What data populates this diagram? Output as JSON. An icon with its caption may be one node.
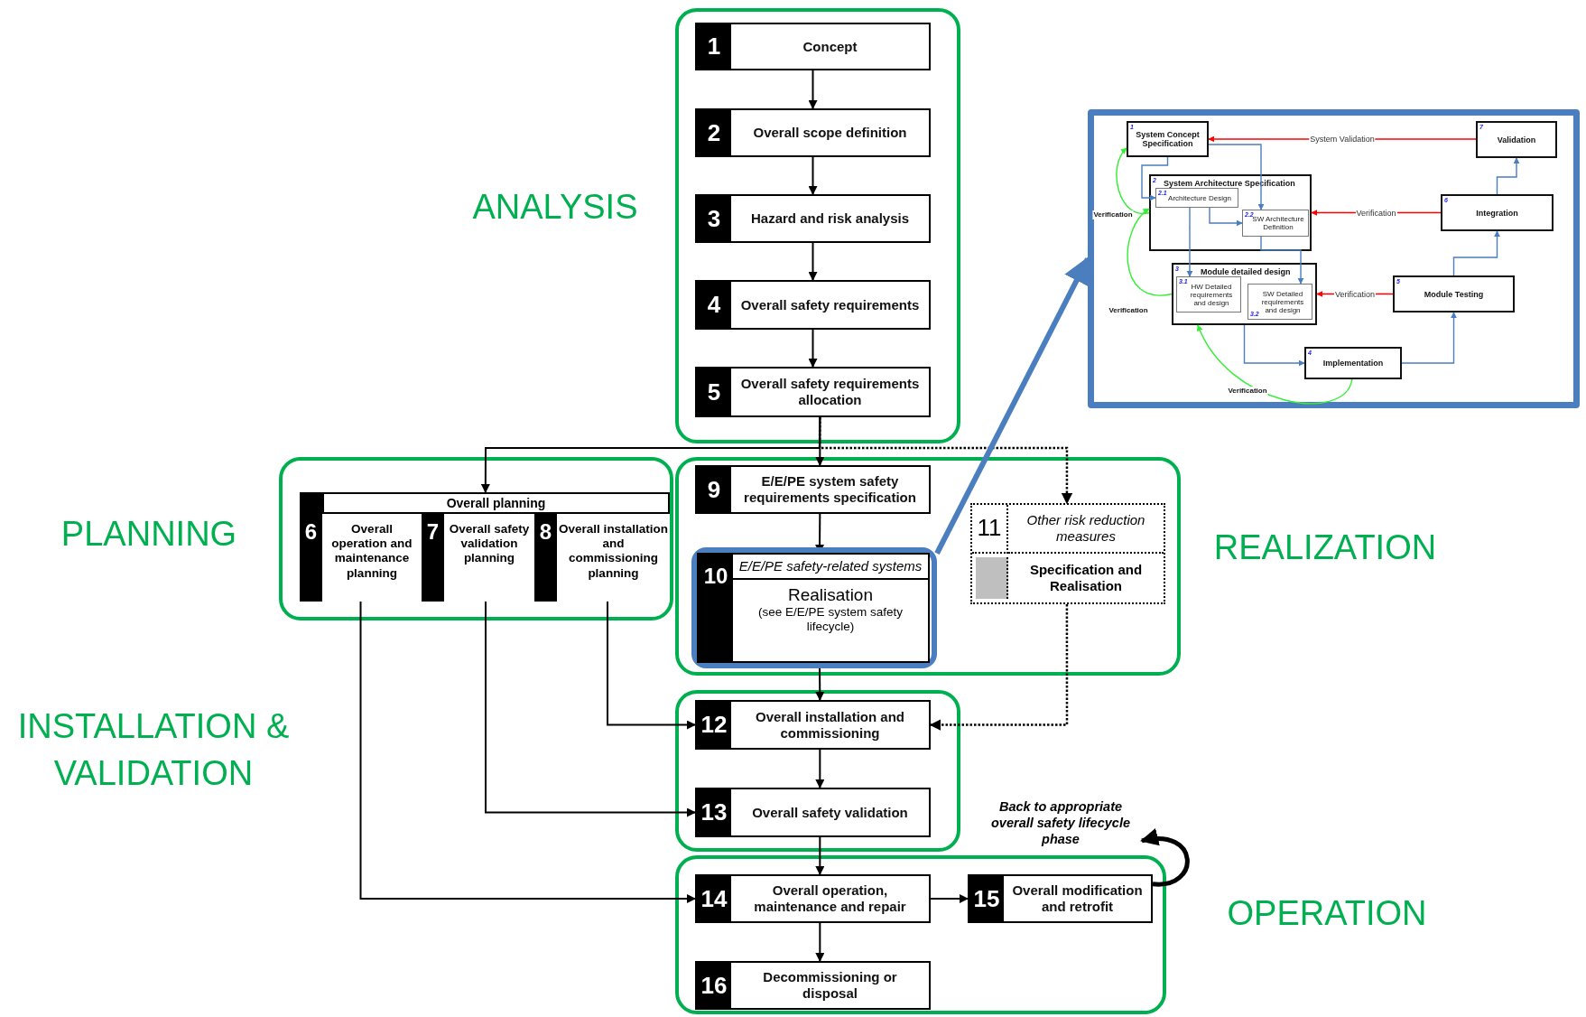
{
  "diagram": {
    "nodes": [
      {
        "text": [
          "ANALYSIS"
        ]
      },
      {
        "text": [
          "1",
          "Concept"
        ],
        "in": 0
      },
      {
        "text": [
          "2",
          "Overall scope definition"
        ],
        "in": 0
      },
      {
        "text": [
          "3",
          "Hazard and risk analysis"
        ],
        "in": 0
      },
      {
        "text": [
          "4",
          "Overall safety requirements"
        ],
        "in": 0
      },
      {
        "text": [
          "5",
          "Overall safety requirements allocation"
        ],
        "in": 0
      },
      {
        "text": [
          "PLANNING"
        ]
      },
      {
        "text": [
          "Overall planning"
        ],
        "in": 6
      },
      {
        "text": [
          "6",
          "Overall operation and maintenance planning"
        ],
        "in": 7
      },
      {
        "text": [
          "7",
          "Overall safety validation planning"
        ],
        "in": 7
      },
      {
        "text": [
          "8",
          "Overall installation and commissioning planning"
        ],
        "in": 7
      },
      {
        "text": [
          "REALIZATION"
        ]
      },
      {
        "text": [
          "9",
          "E/E/PE system safety requirements specification"
        ],
        "in": 11
      },
      {
        "text": [],
        "shape": "box",
        "in": 11
      },
      {
        "text": [
          "10",
          "E/E/PE safety-related systems",
          "Realisation",
          "(see E/E/PE system safety lifecycle)"
        ],
        "in": 13
      },
      {
        "text": [
          "11",
          "Other risk reduction measures",
          "Specification and Realisation"
        ],
        "in": 11
      },
      {
        "text": [],
        "shape": "box"
      },
      {
        "text": [
          "12",
          "Overall installation and commissioning"
        ],
        "in": 16
      },
      {
        "text": [
          "13",
          "Overall safety validation"
        ],
        "in": 16
      },
      {
        "text": [
          "OPERATION"
        ]
      },
      {
        "text": [
          "14",
          "Overall operation, maintenance and repair"
        ],
        "in": 19
      },
      {
        "text": [
          "15",
          "Overall modification and retrofit"
        ],
        "in": 19
      },
      {
        "text": [
          "16",
          "Decommissioning or disposal"
        ],
        "in": 19
      },
      {
        "text": [
          "Back to appropriate overall safety lifecycle phase"
        ]
      },
      {
        "text": [],
        "shape": "box"
      },
      {
        "text": [
          "1",
          "System Concept Specification"
        ],
        "in": 24
      },
      {
        "text": [
          "2",
          "System Architecture Specification"
        ],
        "in": 24
      },
      {
        "text": [
          "2.1",
          "Architecture Design"
        ],
        "in": 26
      },
      {
        "text": [
          "2.2",
          "SW Architecture Definition"
        ],
        "in": 26
      },
      {
        "text": [
          "3",
          "Module detailed design"
        ],
        "in": 24
      },
      {
        "text": [
          "3.1",
          "HW Detailed requirements and design"
        ],
        "in": 29
      },
      {
        "text": [
          "3.2",
          "SW Detailed requirements and design"
        ],
        "in": 29
      },
      {
        "text": [
          "4",
          "Implementation"
        ],
        "in": 24
      },
      {
        "text": [
          "5",
          "Module Testing"
        ],
        "in": 24
      },
      {
        "text": [
          "6",
          "Integration"
        ],
        "in": 24
      },
      {
        "text": [
          "7",
          "Validation"
        ],
        "in": 24
      }
    ],
    "edges": [
      {
        "from": 1,
        "to": 2,
        "arrow": "to"
      },
      {
        "from": 2,
        "to": 3,
        "arrow": "to"
      },
      {
        "from": 3,
        "to": 4,
        "arrow": "to"
      },
      {
        "from": 4,
        "to": 5,
        "arrow": "to"
      },
      {
        "from": 5,
        "to": 12,
        "arrow": "to"
      },
      {
        "from": 5,
        "to": 7,
        "arrow": "to"
      },
      {
        "from": 5,
        "to": 15,
        "arrow": "to",
        "style": "dashed"
      },
      {
        "from": 12,
        "to": 14,
        "arrow": "to"
      },
      {
        "from": 14,
        "to": 17,
        "arrow": "to"
      },
      {
        "from": 15,
        "to": 17,
        "arrow": "to",
        "style": "dashed"
      },
      {
        "from": 10,
        "to": 17,
        "arrow": "to"
      },
      {
        "from": 9,
        "to": 18,
        "arrow": "to"
      },
      {
        "from": 8,
        "to": 20,
        "arrow": "to"
      },
      {
        "from": 17,
        "to": 18,
        "arrow": "to"
      },
      {
        "from": 18,
        "to": 20,
        "arrow": "to"
      },
      {
        "from": 20,
        "to": 22,
        "arrow": "to"
      },
      {
        "from": 20,
        "to": 21,
        "arrow": "to"
      },
      {
        "from": 21,
        "to": 23,
        "arrow": "to",
        "style": "thick"
      },
      {
        "from": 13,
        "to": 24,
        "arrow": "to",
        "style": "thick",
        "color": "#4a7ebf"
      },
      {
        "from": 25,
        "to": 27,
        "arrow": "to",
        "color": "#4a7ebf"
      },
      {
        "from": 25,
        "to": 28,
        "arrow": "to",
        "color": "#4a7ebf"
      },
      {
        "from": 27,
        "to": 28,
        "arrow": "to",
        "color": "#4a7ebf"
      },
      {
        "from": 27,
        "to": 30,
        "arrow": "to",
        "color": "#4a7ebf"
      },
      {
        "from": 28,
        "to": 31,
        "arrow": "to",
        "color": "#4a7ebf"
      },
      {
        "from": 29,
        "to": 32,
        "arrow": "to",
        "color": "#4a7ebf"
      },
      {
        "from": 32,
        "to": 33,
        "arrow": "to",
        "color": "#4a7ebf"
      },
      {
        "from": 33,
        "to": 34,
        "arrow": "to",
        "color": "#4a7ebf"
      },
      {
        "from": 34,
        "to": 35,
        "arrow": "to",
        "color": "#4a7ebf"
      },
      {
        "from": 35,
        "to": 25,
        "arrow": "to",
        "color": "#ff0000",
        "label": "System Validation"
      },
      {
        "from": 34,
        "to": 26,
        "arrow": "to",
        "color": "#ff0000",
        "label": "Verification"
      },
      {
        "from": 33,
        "to": 29,
        "arrow": "to",
        "color": "#ff0000",
        "label": "Verification"
      },
      {
        "from": 26,
        "to": 25,
        "arrow": "to",
        "color": "#33ee33",
        "label": "Verification"
      },
      {
        "from": 29,
        "to": 26,
        "arrow": "to",
        "color": "#33ee33",
        "label": "Verification"
      },
      {
        "from": 32,
        "to": 29,
        "arrow": "to",
        "color": "#33ee33",
        "label": "Verification"
      }
    ],
    "labels": [
      "INSTALLATION & VALIDATION"
    ]
  }
}
